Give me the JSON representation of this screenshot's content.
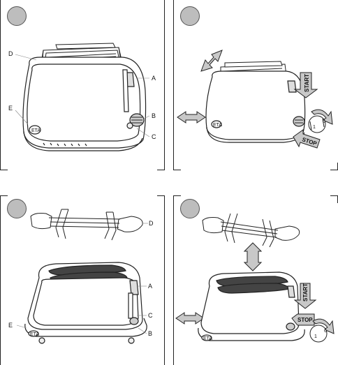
{
  "panel1": {
    "labels": {
      "a": "A",
      "b": "B",
      "c": "C",
      "d": "D",
      "e": "E"
    }
  },
  "panel2": {
    "start": "START",
    "stop": "STOP",
    "dial_low": "1",
    "dial_high": "6"
  },
  "panel3": {
    "labels": {
      "a": "A",
      "b": "B",
      "c": "C",
      "d": "D",
      "e": "E"
    }
  },
  "panel4": {
    "start": "START",
    "stop": "STOP",
    "dial_low": "1",
    "dial_high": "6"
  },
  "colors": {
    "arrow_fill": "#c8c8c8",
    "badge_fill": "#bdbdbd",
    "line": "#222222"
  },
  "icons": [
    "toaster-icon",
    "warming-rack-icon",
    "double-arrow-icon",
    "start-arrow-icon",
    "stop-arrow-icon",
    "browning-dial-icon"
  ]
}
